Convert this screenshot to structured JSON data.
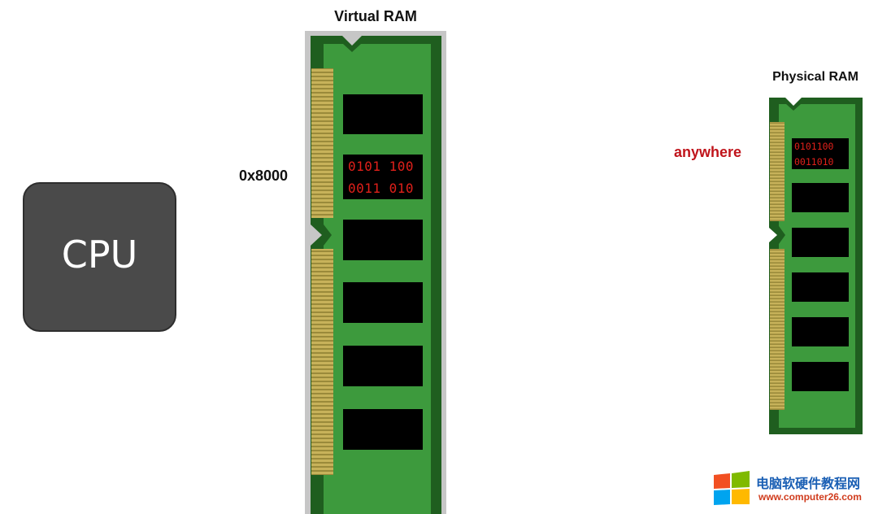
{
  "cpu": {
    "label": "CPU"
  },
  "virtual_ram": {
    "title": "Virtual RAM",
    "address": "0x8000",
    "data_lines": [
      "0101 100",
      "0011 010"
    ]
  },
  "physical_ram": {
    "title": "Physical RAM",
    "location_label": "anywhere",
    "data_lines": [
      "0101100",
      "0011010"
    ]
  },
  "watermark": {
    "site_name": "电脑软硬件教程网",
    "url": "www.computer26.com",
    "logo_colors": [
      "#f25022",
      "#7fba00",
      "#00a4ef",
      "#ffb900"
    ]
  },
  "colors": {
    "pcb_outer": "#1f5e1f",
    "pcb_inner": "#3d9a3d",
    "chip": "#000000",
    "gold_contacts": "#b8a24a",
    "binary_text": "#e0201a",
    "anywhere_text": "#c0141b",
    "cpu_box": "#4a4a4a",
    "highlight_frame": "#c6c6c6"
  }
}
